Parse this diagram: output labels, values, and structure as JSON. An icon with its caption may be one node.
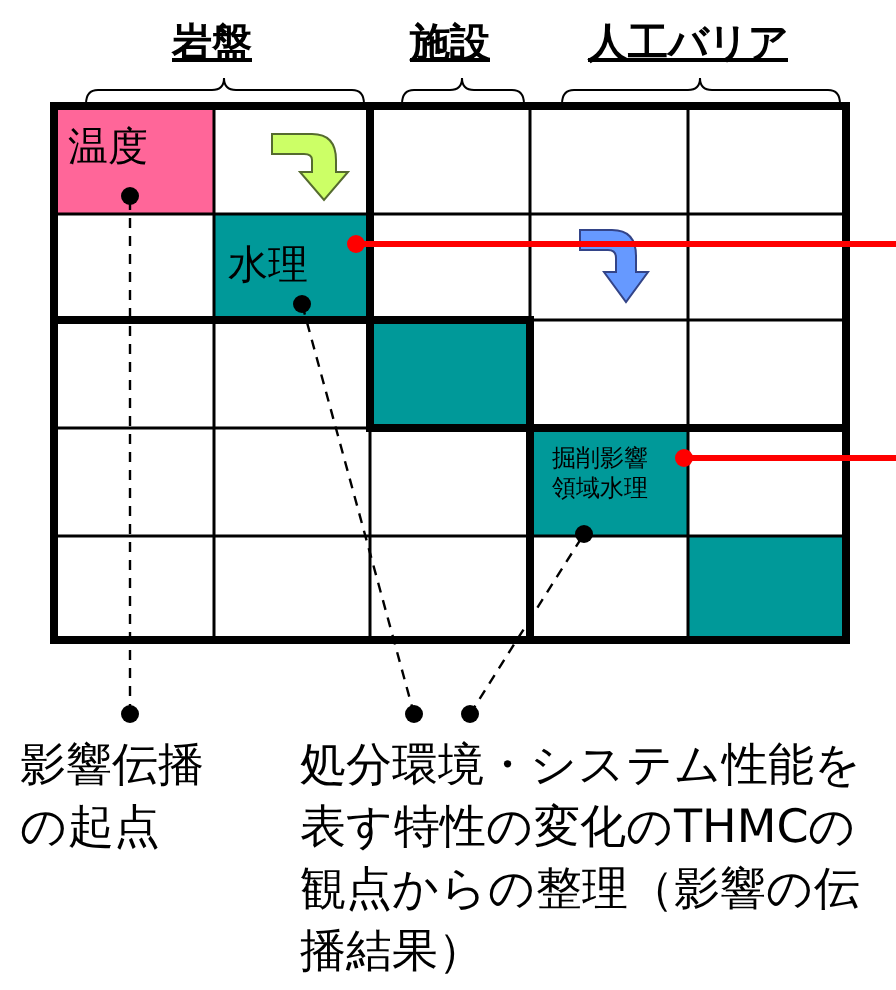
{
  "diagram": {
    "nodes": [
      {
        "text": [
          "温度"
        ]
      },
      {
        "text": [
          "水理"
        ]
      },
      {
        "text": [
          "掘削影響領域水理"
        ]
      },
      {
        "text": [],
        "shape": "box"
      },
      {
        "text": [],
        "shape": "box"
      },
      {
        "text": [
          "影響伝播の起点"
        ]
      },
      {
        "text": [
          "処分環境・システム性能を表す特性の変化のTHMCの観点からの整理（影響の伝播結果）"
        ]
      }
    ],
    "edges": [
      {
        "from": 5,
        "to": 0,
        "arrow": "other",
        "style": "dashed"
      },
      {
        "from": 6,
        "to": 1,
        "arrow": "other",
        "style": "dashed"
      },
      {
        "from": 6,
        "to": 2,
        "arrow": "other",
        "style": "dashed"
      },
      {
        "from": 1,
        "to": null,
        "arrow": "other",
        "style": "thick",
        "color": "#ff0000"
      },
      {
        "from": 2,
        "to": null,
        "arrow": "other",
        "style": "thick",
        "color": "#ff0000"
      }
    ],
    "labels": [
      "岩盤",
      "施設",
      "人工バリア"
    ]
  }
}
